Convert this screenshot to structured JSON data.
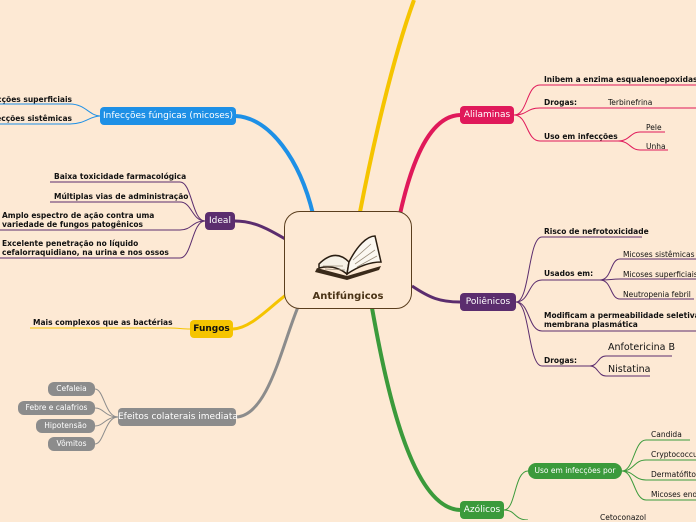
{
  "center": {
    "title": "Antifúngicos",
    "icon": "book-icon"
  },
  "left": {
    "infeccoes": {
      "label": "Infecções fúngicas (micoses)",
      "items": [
        "Infecções superficiais",
        "Infecções sistêmicas"
      ]
    },
    "ideal": {
      "label": "Ideal",
      "items": [
        "Baixa toxicidade farmacológica",
        "Múltiplas vias de administração",
        "Amplo espectro de ação contra uma",
        "variedade de fungos patogênicos",
        "Excelente penetração no líquido",
        "cefalorraquidiano, na urina e nos ossos"
      ]
    },
    "fungos": {
      "label": "Fungos",
      "items": [
        "Mais complexos que as bactérias"
      ]
    },
    "efeitos": {
      "label": "Efeitos colaterais imediata",
      "items": [
        "Cefaleia",
        "Febre e calafrios",
        "Hipotensão",
        "Vômitos"
      ]
    }
  },
  "right": {
    "alilaminas": {
      "label": "Alilaminas",
      "items": [
        "Inibem a enzima esqualenoepoxidase",
        "Drogas:",
        "Terbinefrina",
        "Uso em infecções",
        "Pele",
        "Unha"
      ]
    },
    "polienicos": {
      "label": "Poliênicos",
      "items": [
        "Risco de nefrotoxicidade",
        "Usados em:",
        "Micoses sistêmicas",
        "Micoses superficiais",
        "Neutropenia febril",
        "Modificam a permeabilidade seletiva da",
        "membrana plasmática",
        "Drogas:",
        "Anfotericina B",
        "Nistatina"
      ]
    },
    "azolicos": {
      "label": "Azólicos",
      "uso_label": "Uso em infecções por",
      "items": [
        "Candida",
        "Cryptococcus",
        "Dermatófitos",
        "Micoses endêmicas",
        "Cetoconazol"
      ]
    }
  },
  "colors": {
    "blue": "#1e90e6",
    "purple": "#5b2d6e",
    "yellow": "#f5c400",
    "gray": "#8c8c8c",
    "pink": "#e0195a",
    "green": "#3b9a3b",
    "brown": "#5a3e1e"
  }
}
